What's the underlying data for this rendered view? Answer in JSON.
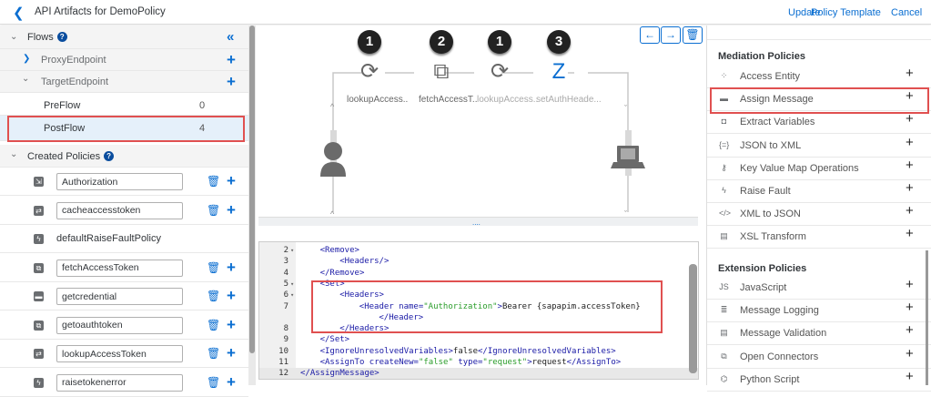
{
  "header": {
    "title": "API Artifacts for DemoPolicy",
    "update": "Update",
    "policy_template": "Policy Template",
    "cancel": "Cancel"
  },
  "flows": {
    "label": "Flows",
    "help": "?",
    "proxy": "ProxyEndpoint",
    "target": "TargetEndpoint",
    "preflow": {
      "label": "PreFlow",
      "count": "0"
    },
    "postflow": {
      "label": "PostFlow",
      "count": "4"
    }
  },
  "created": {
    "label": "Created Policies",
    "help": "?",
    "items": [
      {
        "name": "Authorization",
        "icon": "service-callout-icon",
        "editable": true
      },
      {
        "name": "cacheaccesstoken",
        "icon": "cache-icon",
        "editable": true
      },
      {
        "name": "defaultRaiseFaultPolicy",
        "icon": "raise-fault-icon",
        "editable": false
      },
      {
        "name": "fetchAccessToken",
        "icon": "callout-icon",
        "editable": true
      },
      {
        "name": "getcredential",
        "icon": "assign-message-icon",
        "editable": true
      },
      {
        "name": "getoauthtoken",
        "icon": "callout-icon",
        "editable": true
      },
      {
        "name": "lookupAccessToken",
        "icon": "cache-icon",
        "editable": true
      },
      {
        "name": "raisetokenerror",
        "icon": "raise-fault-icon",
        "editable": true
      }
    ]
  },
  "flow_diagram": {
    "steps": [
      {
        "badge": "1",
        "icon": "lookup-cache-icon",
        "label": "lookupAccess.."
      },
      {
        "badge": "2",
        "icon": "service-callout-icon",
        "label": "fetchAccessT.."
      },
      {
        "badge": "1",
        "icon": "lookup-cache-icon",
        "label": "lookupAccess.."
      },
      {
        "badge": "3",
        "icon": "assign-message-icon",
        "label": "setAuthHeade..."
      }
    ],
    "accent": "#0a6ed1"
  },
  "editor": {
    "lines": [
      {
        "n": "2",
        "fold": true,
        "indent": 4,
        "seg": [
          [
            "tag",
            "<Remove>"
          ]
        ]
      },
      {
        "n": "3",
        "fold": false,
        "indent": 8,
        "seg": [
          [
            "tag",
            "<Headers/>"
          ]
        ]
      },
      {
        "n": "4",
        "fold": false,
        "indent": 4,
        "seg": [
          [
            "tag",
            "</Remove>"
          ]
        ]
      },
      {
        "n": "5",
        "fold": true,
        "indent": 4,
        "seg": [
          [
            "tag",
            "<Set>"
          ]
        ]
      },
      {
        "n": "6",
        "fold": true,
        "indent": 8,
        "seg": [
          [
            "tag",
            "<Headers>"
          ]
        ]
      },
      {
        "n": "7",
        "fold": false,
        "indent": 12,
        "seg": [
          [
            "tag",
            "<Header "
          ],
          [
            "attr",
            "name="
          ],
          [
            "str",
            "\"Authorization\""
          ],
          [
            "tag",
            ">"
          ],
          [
            "txt",
            "Bearer {sapapim.accessToken}"
          ]
        ]
      },
      {
        "n": "",
        "fold": false,
        "indent": 16,
        "seg": [
          [
            "tag",
            "</Header>"
          ]
        ]
      },
      {
        "n": "8",
        "fold": false,
        "indent": 8,
        "seg": [
          [
            "tag",
            "</Headers>"
          ]
        ]
      },
      {
        "n": "9",
        "fold": false,
        "indent": 4,
        "seg": [
          [
            "tag",
            "</Set>"
          ]
        ]
      },
      {
        "n": "10",
        "fold": false,
        "indent": 4,
        "seg": [
          [
            "tag",
            "<IgnoreUnresolvedVariables>"
          ],
          [
            "txt",
            "false"
          ],
          [
            "tag",
            "</IgnoreUnresolvedVariables>"
          ]
        ]
      },
      {
        "n": "11",
        "fold": false,
        "indent": 4,
        "seg": [
          [
            "tag",
            "<AssignTo "
          ],
          [
            "attr",
            "createNew="
          ],
          [
            "str",
            "\"false\""
          ],
          [
            "attr",
            " type="
          ],
          [
            "str",
            "\"request\""
          ],
          [
            "tag",
            ">"
          ],
          [
            "txt",
            "request"
          ],
          [
            "tag",
            "</AssignTo>"
          ]
        ]
      },
      {
        "n": "12",
        "fold": false,
        "indent": 0,
        "seg": [
          [
            "tag",
            "</AssignMessage>"
          ]
        ]
      }
    ]
  },
  "palette": {
    "mediation": {
      "label": "Mediation Policies",
      "items": [
        {
          "name": "Access Entity",
          "icon": "access-entity-icon",
          "glyph": "⁘"
        },
        {
          "name": "Assign Message",
          "icon": "assign-message-icon",
          "glyph": "▬"
        },
        {
          "name": "Extract Variables",
          "icon": "extract-variables-icon",
          "glyph": "◘"
        },
        {
          "name": "JSON to XML",
          "icon": "json-to-xml-icon",
          "glyph": "{=}"
        },
        {
          "name": "Key Value Map Operations",
          "icon": "key-icon",
          "glyph": "⚷"
        },
        {
          "name": "Raise Fault",
          "icon": "raise-fault-icon",
          "glyph": "ϟ"
        },
        {
          "name": "XML to JSON",
          "icon": "xml-to-json-icon",
          "glyph": "</>"
        },
        {
          "name": "XSL Transform",
          "icon": "xsl-transform-icon",
          "glyph": "▤"
        }
      ]
    },
    "extension": {
      "label": "Extension Policies",
      "items": [
        {
          "name": "JavaScript",
          "icon": "javascript-icon",
          "glyph": "JS"
        },
        {
          "name": "Message Logging",
          "icon": "message-logging-icon",
          "glyph": "≣"
        },
        {
          "name": "Message Validation",
          "icon": "message-validation-icon",
          "glyph": "▤"
        },
        {
          "name": "Open Connectors",
          "icon": "open-connectors-icon",
          "glyph": "⧉"
        },
        {
          "name": "Python Script",
          "icon": "python-icon",
          "glyph": "⌬"
        }
      ]
    },
    "add": "+"
  },
  "highlight_color": "#e05050"
}
